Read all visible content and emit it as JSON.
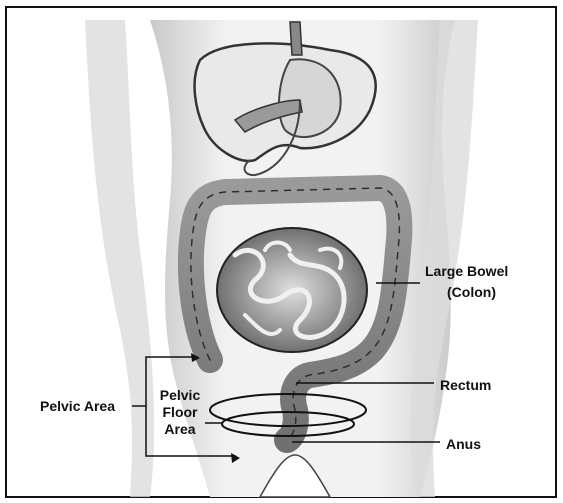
{
  "labels": {
    "large_bowel": "Large Bowel",
    "colon": "(Colon)",
    "rectum": "Rectum",
    "anus": "Anus",
    "pelvic_area": "Pelvic Area",
    "pelvic_floor_line1": "Pelvic",
    "pelvic_floor_line2": "Floor",
    "pelvic_floor_line3": "Area"
  },
  "colors": {
    "ink": "#111111",
    "skin": "#ececec",
    "skin_shadow": "#bdbdbd",
    "organ_dark": "#6a6a6a",
    "organ_light": "#a8a8a8"
  }
}
